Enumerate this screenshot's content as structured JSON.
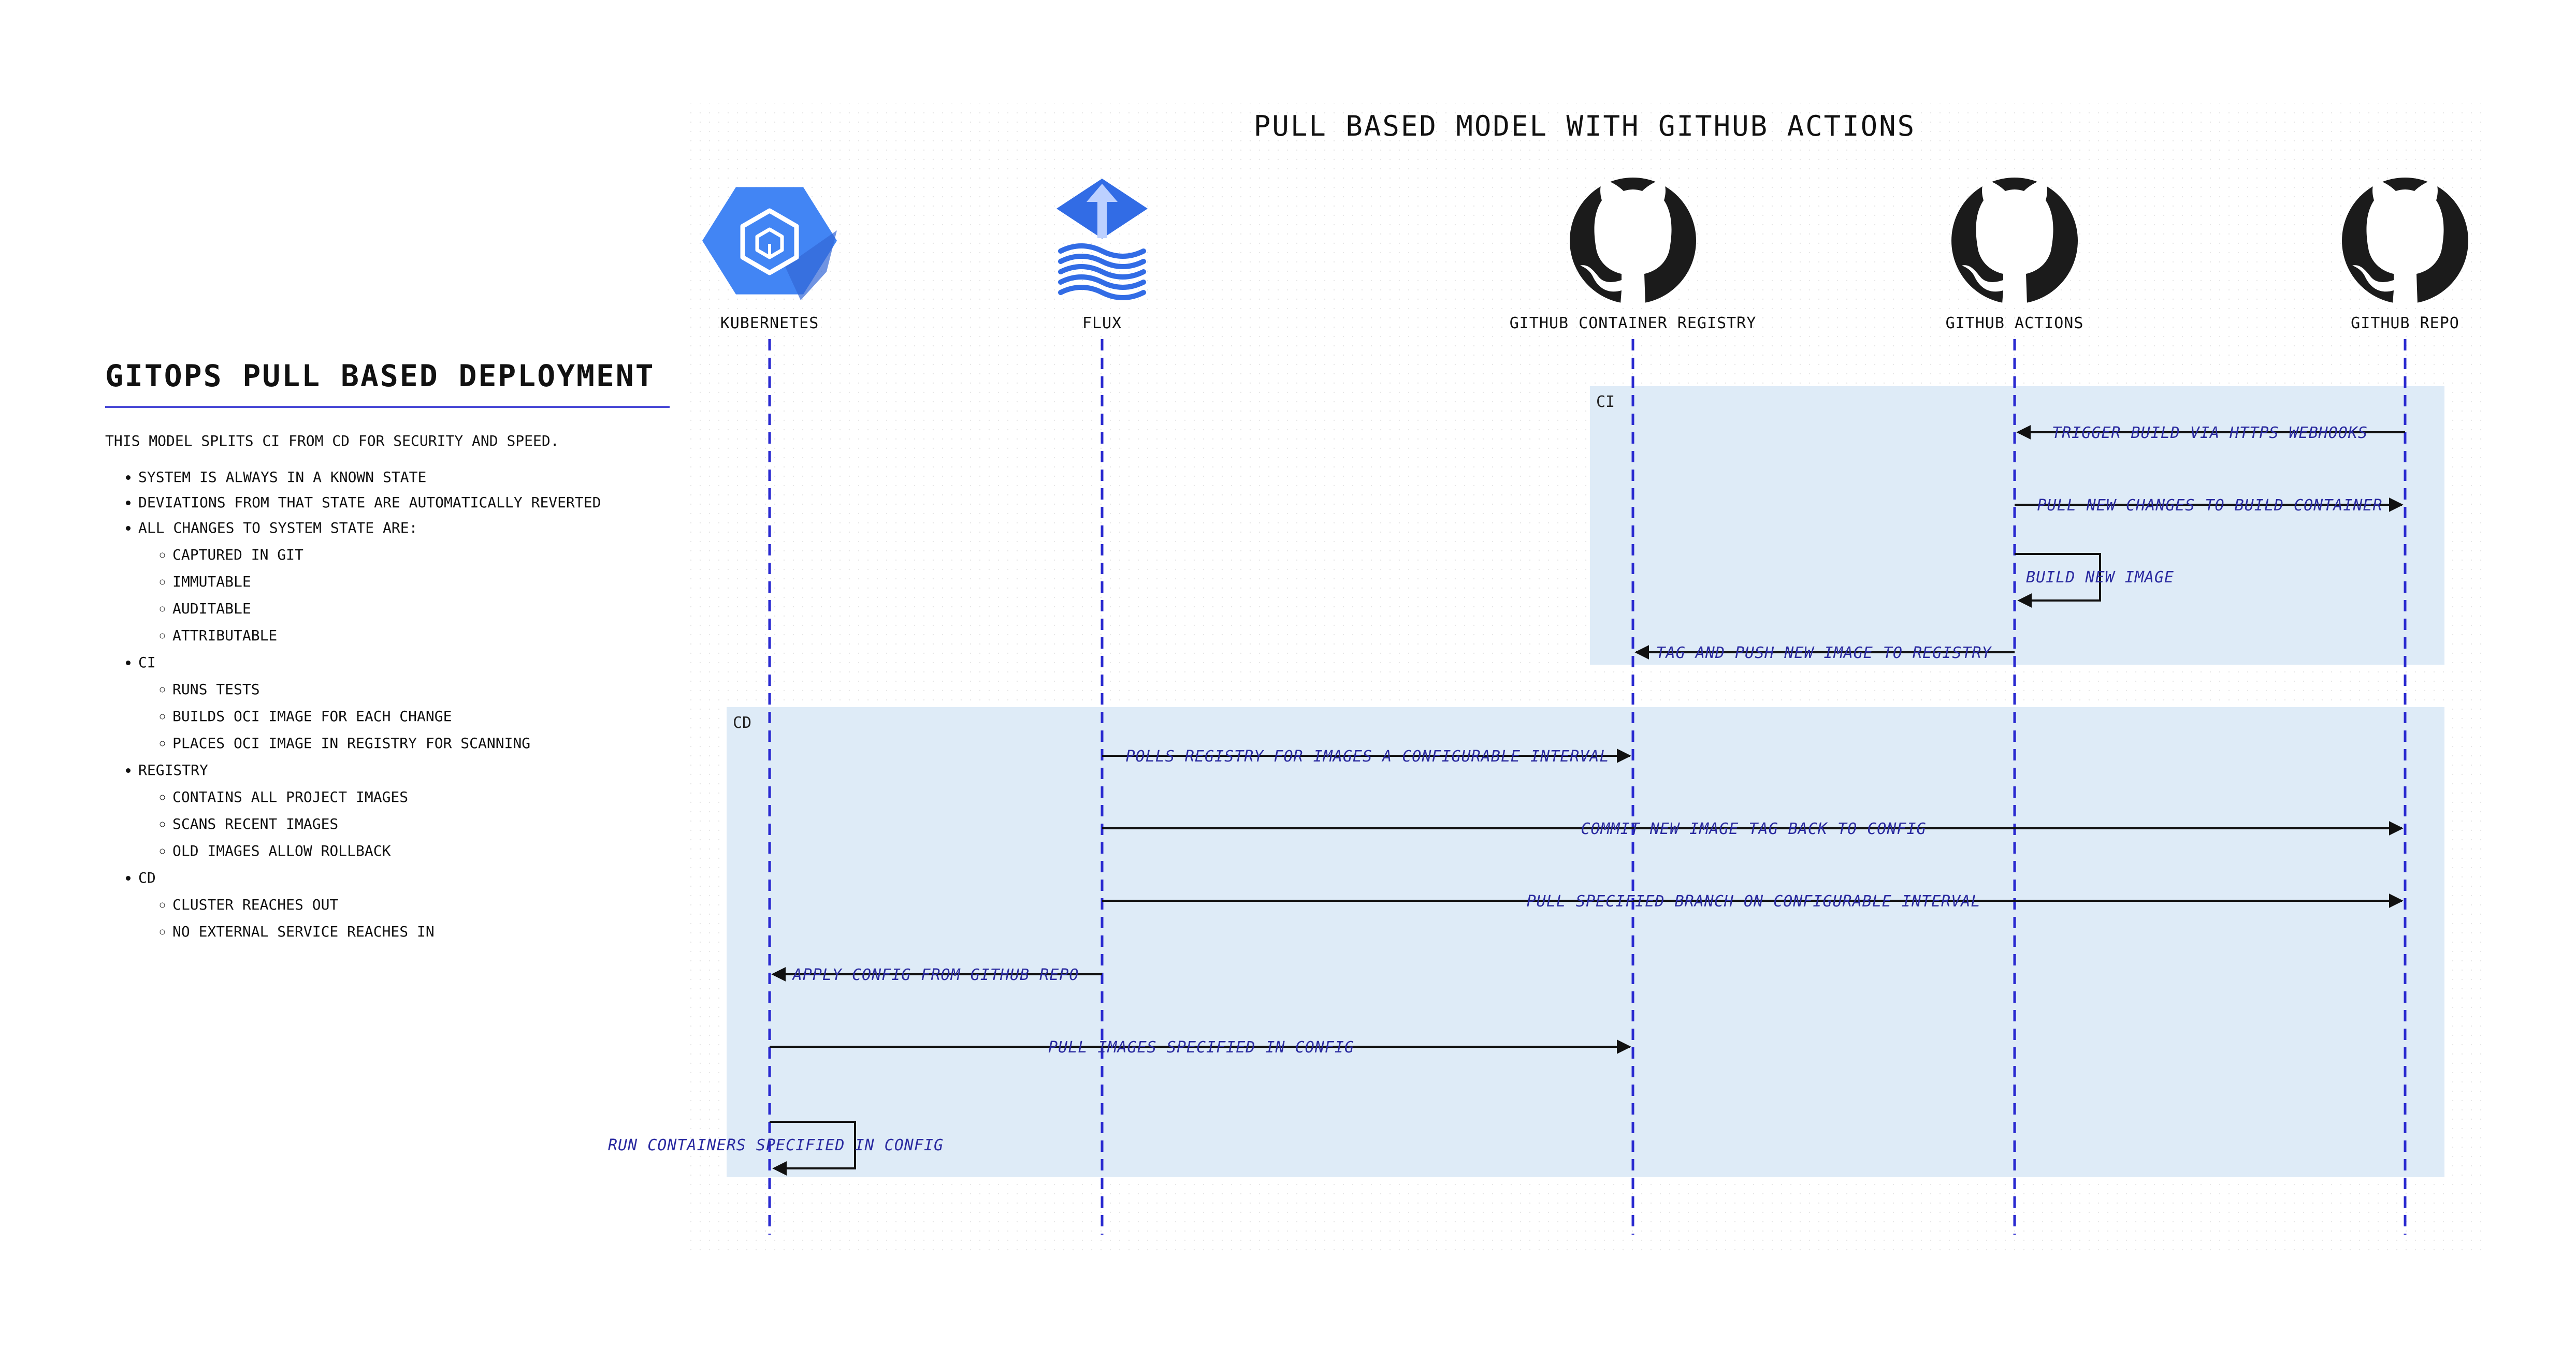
{
  "notes": {
    "title": "GITOPS PULL BASED DEPLOYMENT",
    "intro": "THIS MODEL SPLITS CI FROM CD FOR SECURITY AND SPEED.",
    "bullets": [
      {
        "text": "SYSTEM IS ALWAYS IN A KNOWN STATE"
      },
      {
        "text": "DEVIATIONS FROM THAT STATE ARE AUTOMATICALLY REVERTED"
      },
      {
        "text": "ALL CHANGES TO SYSTEM STATE ARE:",
        "sub": [
          "CAPTURED IN GIT",
          "IMMUTABLE",
          "AUDITABLE",
          "ATTRIBUTABLE"
        ]
      },
      {
        "text": "CI",
        "sub": [
          "RUNS TESTS",
          "BUILDS OCI IMAGE FOR EACH CHANGE",
          "PLACES OCI IMAGE IN REGISTRY FOR SCANNING"
        ]
      },
      {
        "text": "REGISTRY",
        "sub": [
          "CONTAINS ALL PROJECT IMAGES",
          "SCANS RECENT IMAGES",
          "OLD IMAGES ALLOW ROLLBACK"
        ]
      },
      {
        "text": "CD",
        "sub": [
          "CLUSTER REACHES OUT",
          "NO EXTERNAL SERVICE REACHES IN"
        ]
      }
    ]
  },
  "diagram": {
    "title": "PULL BASED MODEL WITH GITHUB ACTIONS",
    "actors": [
      {
        "id": "k8s",
        "label": "KUBERNETES",
        "icon": "kubernetes-icon"
      },
      {
        "id": "flux",
        "label": "FLUX",
        "icon": "flux-icon"
      },
      {
        "id": "ghcr",
        "label": "GITHUB CONTAINER REGISTRY",
        "icon": "github-icon"
      },
      {
        "id": "gha",
        "label": "GITHUB ACTIONS",
        "icon": "github-icon"
      },
      {
        "id": "repo",
        "label": "GITHUB REPO",
        "icon": "github-icon"
      }
    ],
    "groups": [
      {
        "label": "CI"
      },
      {
        "label": "CD"
      }
    ],
    "messages": [
      {
        "from": "repo",
        "to": "gha",
        "text": "TRIGGER BUILD VIA HTTPS WEBHOOKS"
      },
      {
        "from": "gha",
        "to": "repo",
        "text": "PULL NEW CHANGES TO BUILD CONTAINER"
      },
      {
        "from": "gha",
        "to": "gha",
        "text": "BUILD NEW IMAGE"
      },
      {
        "from": "gha",
        "to": "ghcr",
        "text": "TAG AND PUSH NEW IMAGE TO REGISTRY"
      },
      {
        "from": "flux",
        "to": "ghcr",
        "text": "POLLS REGISTRY FOR IMAGES A CONFIGURABLE INTERVAL"
      },
      {
        "from": "flux",
        "to": "repo",
        "text": "COMMIT NEW IMAGE TAG BACK TO CONFIG"
      },
      {
        "from": "flux",
        "to": "repo",
        "text": "PULL SPECIFIED BRANCH ON CONFIGURABLE INTERVAL"
      },
      {
        "from": "flux",
        "to": "k8s",
        "text": "APPLY CONFIG FROM GITHUB REPO"
      },
      {
        "from": "k8s",
        "to": "ghcr",
        "text": "PULL IMAGES SPECIFIED IN CONFIG"
      },
      {
        "from": "k8s",
        "to": "k8s",
        "text": "RUN CONTAINERS SPECIFIED IN CONFIG"
      }
    ],
    "colors": {
      "lifeline": "#2a2ad0",
      "group_fill": "#deebf7",
      "message_text": "#2a2aa0",
      "arrow": "#111111",
      "kubernetes": "#4285f4",
      "flux": "#326ce5",
      "github": "#1b1b1b"
    }
  }
}
